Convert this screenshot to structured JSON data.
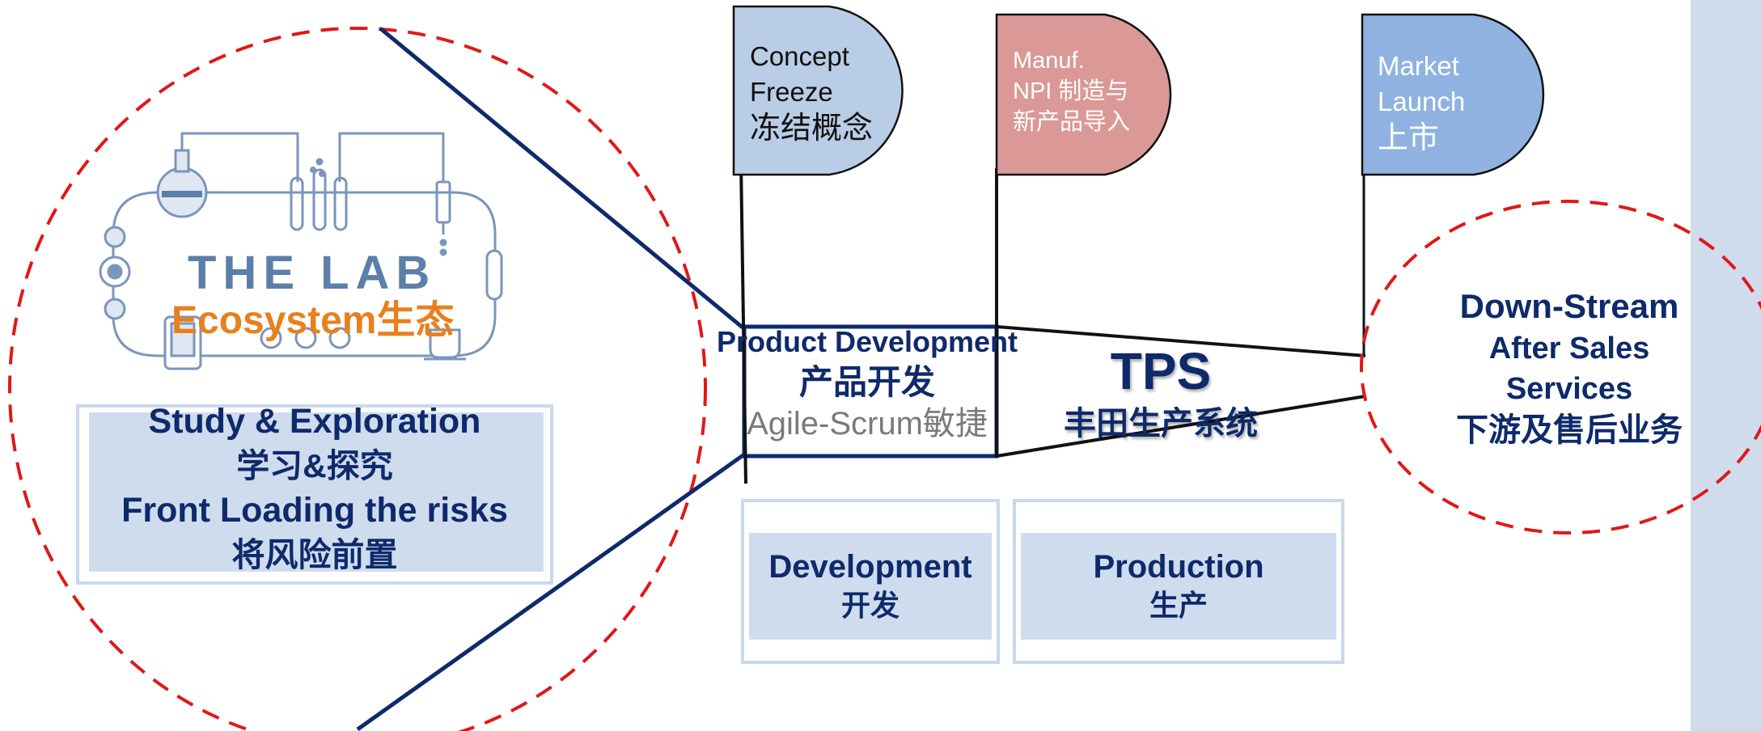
{
  "colors": {
    "navy": "#0e2a6b",
    "dashed_red": "#e01818",
    "concept_flag": "#b9cde6",
    "manuf_flag": "#da9896",
    "market_flag": "#8fb2e0",
    "box_fill": "#cfdcee",
    "orange": "#e8801e"
  },
  "lab": {
    "title": "THE LAB",
    "ecosystem": "Ecosystem生态"
  },
  "study": {
    "line1": "Study & Exploration",
    "line2": "学习&探究",
    "line3": "Front Loading the risks",
    "line4": "将风险前置"
  },
  "flags": {
    "concept": {
      "en1": "Concept",
      "en2": "Freeze",
      "cn": "冻结概念"
    },
    "manuf": {
      "en1": "Manuf.",
      "en2": "NPI 制造与",
      "cn": "新产品导入"
    },
    "market": {
      "en1": "Market",
      "en2": "Launch",
      "cn": "上市"
    }
  },
  "product_dev": {
    "en": "Product Development",
    "cn": "产品开发",
    "agile": "Agile-Scrum敏捷"
  },
  "tps": {
    "title": "TPS",
    "cn": "丰田生产系统"
  },
  "downstream": {
    "line1": "Down-Stream",
    "line2": "After Sales",
    "line3": "Services",
    "cn": "下游及售后业务"
  },
  "phases": {
    "development": {
      "en": "Development",
      "cn": "开发"
    },
    "production": {
      "en": "Production",
      "cn": "生产"
    }
  }
}
